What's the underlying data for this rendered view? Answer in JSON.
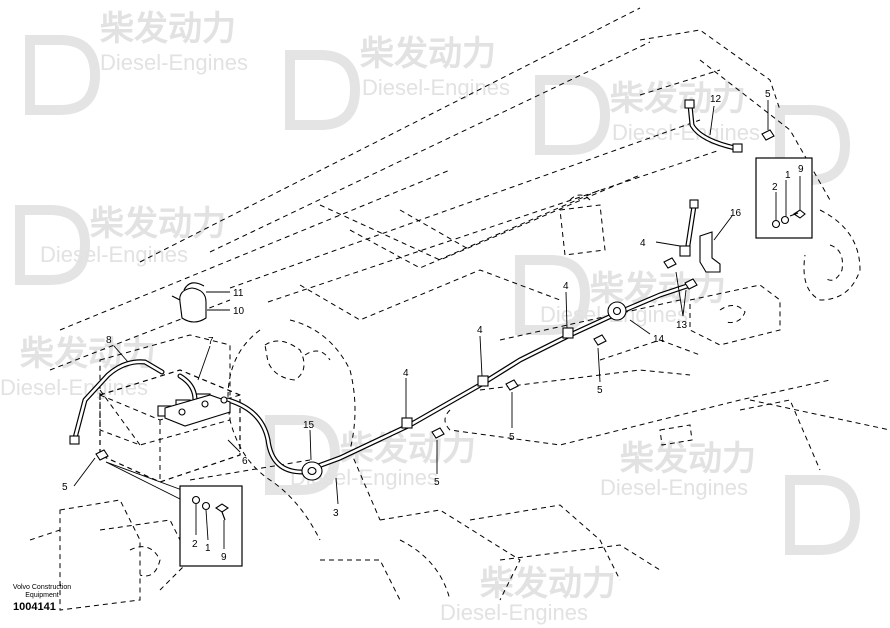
{
  "watermark": {
    "brand_cn": "柴发动力",
    "brand_en": "Diesel-Engines"
  },
  "footer": {
    "maker": "Volvo Construction Equipment",
    "document_number": "1004141"
  },
  "callouts": {
    "c1": "1",
    "c2": "2",
    "c3": "3",
    "c4": "4",
    "c5": "5",
    "c6": "6",
    "c7": "7",
    "c8": "8",
    "c9": "9",
    "c10": "10",
    "c11": "11",
    "c12": "12",
    "c13": "13",
    "c14": "14",
    "c15": "15",
    "c16": "16"
  },
  "inset_top": {
    "n1": "1",
    "n2": "2",
    "n9": "9"
  },
  "inset_bottom": {
    "n1": "1",
    "n2": "2",
    "n9": "9"
  }
}
